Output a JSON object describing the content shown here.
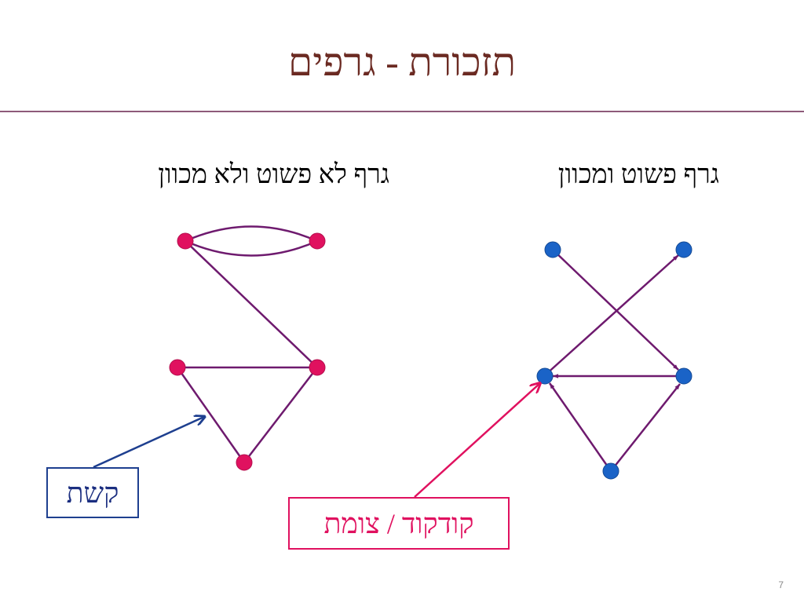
{
  "slide": {
    "title": "תזכורת - גרפים",
    "page_number": "7"
  },
  "graphs": {
    "undirected": {
      "heading": "גרף לא פשוט ולא מכוון",
      "vertex_color": "#e0115f",
      "edge_color": "#6e1a6e"
    },
    "directed": {
      "heading": "גרף פשוט ומכוון",
      "vertex_color": "#1a63c7",
      "edge_color": "#6e1a6e"
    }
  },
  "annotations": {
    "edge_label": "קשת",
    "edge_label_color": "#1e3f8f",
    "vertex_label": "קודקוד / צומת",
    "vertex_label_color": "#e0115f"
  }
}
